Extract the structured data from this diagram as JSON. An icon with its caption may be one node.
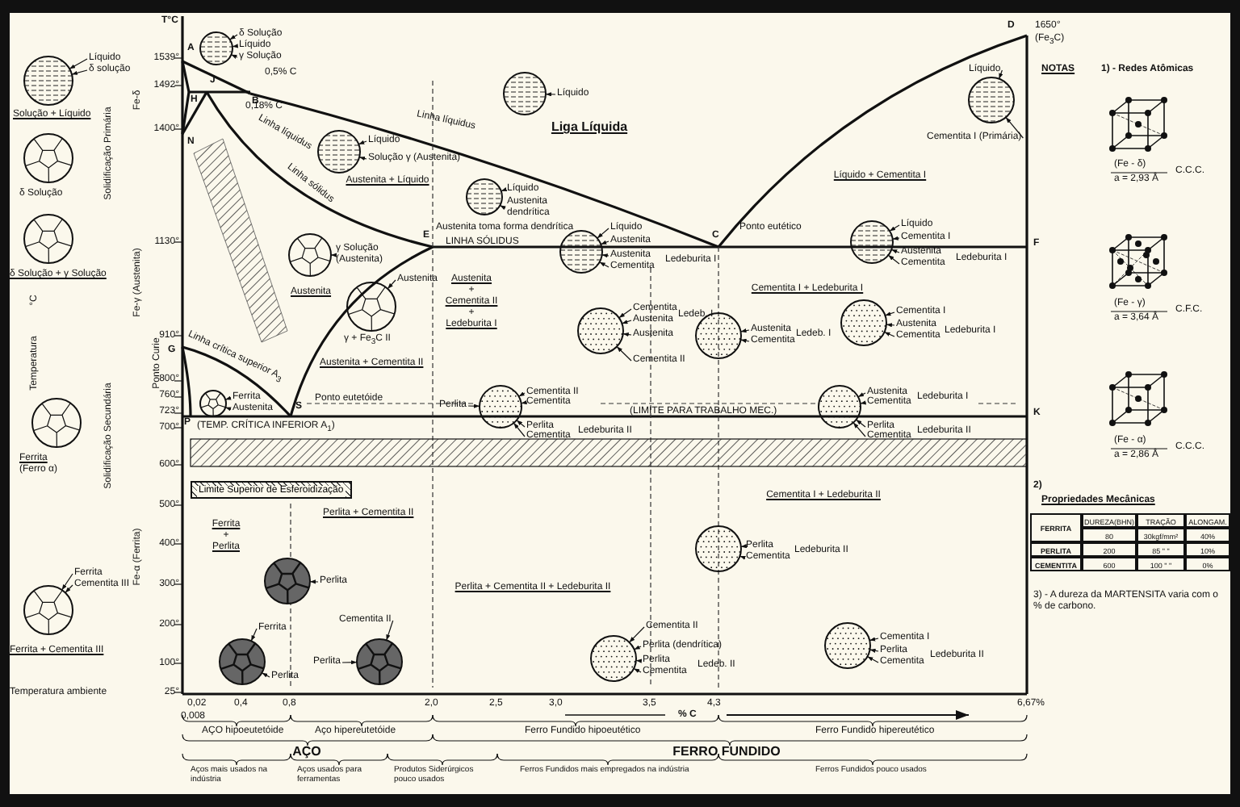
{
  "diagram": {
    "nodes": [
      {
        "text": [],
        "shape": "circle"
      },
      {
        "text": [],
        "shape": "circle"
      },
      {
        "text": [],
        "shape": "circle"
      },
      {
        "text": [],
        "shape": "circle"
      },
      {
        "text": [],
        "shape": "circle"
      },
      {
        "text": [],
        "shape": "circle"
      },
      {
        "text": [],
        "shape": "circle"
      },
      {
        "text": [],
        "shape": "circle"
      },
      {
        "text": [],
        "shape": "circle"
      },
      {
        "text": [],
        "shape": "circle"
      },
      {
        "text": [],
        "shape": "circle"
      },
      {
        "text": [],
        "shape": "circle"
      },
      {
        "text": [],
        "shape": "circle"
      },
      {
        "text": [],
        "shape": "circle"
      },
      {
        "text": [],
        "shape": "circle"
      },
      {
        "text": [],
        "shape": "circle"
      },
      {
        "text": [],
        "shape": "circle"
      },
      {
        "text": [],
        "shape": "circle"
      },
      {
        "text": [],
        "shape": "circle"
      },
      {
        "text": [],
        "shape": "circle"
      },
      {
        "text": [],
        "shape": "circle"
      },
      {
        "text": [],
        "shape": "circle"
      },
      {
        "text": [],
        "shape": "circle"
      },
      {
        "text": [],
        "shape": "circle"
      },
      {
        "text": [],
        "shape": "circle"
      },
      {
        "text": [],
        "shape": "circle"
      },
      {
        "text": [],
        "shape": "bar"
      },
      {
        "text": [],
        "shape": "bar"
      },
      {
        "text": [
          "Limite Superior de Esferoidização"
        ]
      },
      {
        "text": [
          "δ Solução"
        ]
      },
      {
        "text": [
          "Líquido"
        ]
      },
      {
        "text": [
          "γ Solução"
        ]
      },
      {
        "text": [
          "Líquido"
        ]
      },
      {
        "text": [
          "δ solução"
        ]
      },
      {
        "text": [
          "Ferrita"
        ]
      },
      {
        "text": [
          "Cementita III"
        ]
      },
      {
        "text": [
          "Líquido"
        ]
      },
      {
        "text": [
          "Líquido"
        ]
      },
      {
        "text": [
          "Solução γ (Austenita)"
        ]
      },
      {
        "text": [
          "γ Solução (Austenita)"
        ]
      },
      {
        "text": [
          "Líquido"
        ]
      },
      {
        "text": [
          "Austenita dendrítica"
        ]
      },
      {
        "text": [
          "Líquido"
        ]
      },
      {
        "text": [
          "Austenita"
        ]
      },
      {
        "text": [
          "Austenita"
        ]
      },
      {
        "text": [
          "Cementita"
        ]
      },
      {
        "text": [
          "Líquido"
        ]
      },
      {
        "text": [
          "Cementita I (Primária)"
        ]
      },
      {
        "text": [
          "Líquido"
        ]
      },
      {
        "text": [
          "Cementita I"
        ]
      },
      {
        "text": [
          "Austenita"
        ]
      },
      {
        "text": [
          "Cementita"
        ]
      },
      {
        "text": [
          "Cementita"
        ]
      },
      {
        "text": [
          "Austenita"
        ]
      },
      {
        "text": [
          "Austenita"
        ]
      },
      {
        "text": [
          "Cementita II"
        ]
      },
      {
        "text": [
          "Austenita"
        ]
      },
      {
        "text": [
          "Cementita"
        ]
      },
      {
        "text": [
          "Cementita I"
        ]
      },
      {
        "text": [
          "Austenita"
        ]
      },
      {
        "text": [
          "Cementita"
        ]
      },
      {
        "text": [
          "Austenita"
        ]
      },
      {
        "text": [
          "Ferrita"
        ]
      },
      {
        "text": [
          "Austenita"
        ]
      },
      {
        "text": [
          "Perlita"
        ]
      },
      {
        "text": [
          "Cementita II"
        ]
      },
      {
        "text": [
          "Cementita"
        ]
      },
      {
        "text": [
          "Perlita"
        ]
      },
      {
        "text": [
          "Cementita"
        ]
      },
      {
        "text": [
          "Austenita"
        ]
      },
      {
        "text": [
          "Cementita"
        ]
      },
      {
        "text": [
          "Perlita"
        ]
      },
      {
        "text": [
          "Cementita"
        ]
      },
      {
        "text": [
          "Perlita"
        ]
      },
      {
        "text": [
          "Ferrita"
        ]
      },
      {
        "text": [
          "Perlita"
        ]
      },
      {
        "text": [
          "Cementita II"
        ]
      },
      {
        "text": [
          "Perlita"
        ]
      },
      {
        "text": [
          "Perlita"
        ]
      },
      {
        "text": [
          "Cementita"
        ]
      },
      {
        "text": [
          "Cementita II"
        ]
      },
      {
        "text": [
          "Perlita (dendrítica)"
        ]
      },
      {
        "text": [
          "Perlita"
        ]
      },
      {
        "text": [
          "Cementita"
        ]
      },
      {
        "text": [
          "Cementita I"
        ]
      },
      {
        "text": [
          "Perlita"
        ]
      },
      {
        "text": [
          "Cementita"
        ]
      }
    ],
    "edges": [
      {
        "from": 29,
        "to": 0,
        "arrow": "to"
      },
      {
        "from": 30,
        "to": 0,
        "arrow": "to"
      },
      {
        "from": 31,
        "to": 0,
        "arrow": "to"
      },
      {
        "from": 32,
        "to": 1,
        "arrow": "to"
      },
      {
        "from": 33,
        "to": 1,
        "arrow": "to"
      },
      {
        "from": 34,
        "to": 5,
        "arrow": "to"
      },
      {
        "from": 35,
        "to": 5,
        "arrow": "to"
      },
      {
        "from": 36,
        "to": 6,
        "arrow": "to"
      },
      {
        "from": 37,
        "to": 7,
        "arrow": "to"
      },
      {
        "from": 38,
        "to": 7,
        "arrow": "to"
      },
      {
        "from": 39,
        "to": 8,
        "arrow": "to"
      },
      {
        "from": 40,
        "to": 9,
        "arrow": "to"
      },
      {
        "from": 41,
        "to": 9,
        "arrow": "to"
      },
      {
        "from": 42,
        "to": 10,
        "arrow": "to"
      },
      {
        "from": 43,
        "to": 10,
        "arrow": "to"
      },
      {
        "from": 44,
        "to": 10,
        "arrow": "to"
      },
      {
        "from": 45,
        "to": 10,
        "arrow": "to"
      },
      {
        "from": 46,
        "to": 12,
        "arrow": "to"
      },
      {
        "from": 47,
        "to": 12,
        "arrow": "to"
      },
      {
        "from": 48,
        "to": 11,
        "arrow": "to"
      },
      {
        "from": 49,
        "to": 11,
        "arrow": "to"
      },
      {
        "from": 50,
        "to": 11,
        "arrow": "to"
      },
      {
        "from": 51,
        "to": 11,
        "arrow": "to"
      },
      {
        "from": 52,
        "to": 14,
        "arrow": "to"
      },
      {
        "from": 53,
        "to": 14,
        "arrow": "to"
      },
      {
        "from": 54,
        "to": 14,
        "arrow": "to"
      },
      {
        "from": 55,
        "to": 14,
        "arrow": "to"
      },
      {
        "from": 56,
        "to": 15,
        "arrow": "to"
      },
      {
        "from": 57,
        "to": 15,
        "arrow": "to"
      },
      {
        "from": 58,
        "to": 16,
        "arrow": "to"
      },
      {
        "from": 59,
        "to": 16,
        "arrow": "to"
      },
      {
        "from": 60,
        "to": 16,
        "arrow": "to"
      },
      {
        "from": 61,
        "to": 13,
        "arrow": "to"
      },
      {
        "from": 62,
        "to": 17,
        "arrow": "to"
      },
      {
        "from": 63,
        "to": 17,
        "arrow": "to"
      },
      {
        "from": 64,
        "to": 18,
        "arrow": "to"
      },
      {
        "from": 65,
        "to": 18,
        "arrow": "to"
      },
      {
        "from": 66,
        "to": 18,
        "arrow": "to"
      },
      {
        "from": 67,
        "to": 18,
        "arrow": "to"
      },
      {
        "from": 68,
        "to": 18,
        "arrow": "to"
      },
      {
        "from": 69,
        "to": 19,
        "arrow": "to"
      },
      {
        "from": 70,
        "to": 19,
        "arrow": "to"
      },
      {
        "from": 71,
        "to": 19,
        "arrow": "to"
      },
      {
        "from": 72,
        "to": 19,
        "arrow": "to"
      },
      {
        "from": 73,
        "to": 20,
        "arrow": "to"
      },
      {
        "from": 74,
        "to": 21,
        "arrow": "to"
      },
      {
        "from": 75,
        "to": 21,
        "arrow": "to"
      },
      {
        "from": 76,
        "to": 22,
        "arrow": "to"
      },
      {
        "from": 77,
        "to": 22,
        "arrow": "to"
      },
      {
        "from": 78,
        "to": 23,
        "arrow": "to"
      },
      {
        "from": 79,
        "to": 23,
        "arrow": "to"
      },
      {
        "from": 80,
        "to": 24,
        "arrow": "to"
      },
      {
        "from": 81,
        "to": 24,
        "arrow": "to"
      },
      {
        "from": 82,
        "to": 24,
        "arrow": "to"
      },
      {
        "from": 83,
        "to": 24,
        "arrow": "to"
      },
      {
        "from": 84,
        "to": 25,
        "arrow": "to"
      },
      {
        "from": 85,
        "to": 25,
        "arrow": "to"
      },
      {
        "from": 86,
        "to": 25,
        "arrow": "to"
      }
    ],
    "labels": [
      "T°C",
      "1539°",
      "1492°",
      "1400°",
      "1130°",
      "910°",
      "800°",
      "760°",
      "723°",
      "700°",
      "600°",
      "500°",
      "400°",
      "300°",
      "200°",
      "100°",
      "25°",
      "A",
      "J",
      "H",
      "B",
      "N",
      "E",
      "C",
      "D",
      "F",
      "G",
      "P",
      "S",
      "K",
      "1650°",
      "(Fe$_{3}$C)",
      "0,5% C",
      "0,18% C",
      "Linha líquidus",
      "Linha sólidus",
      "Linha líquidus",
      "Solução + Líquido",
      "δ Solução",
      "δ Solução + γ Solução",
      "°C",
      "Temperatura",
      "Ferrita",
      "(Ferro α)",
      "Ferrita + Cementita III",
      "Temperatura ambiente",
      "Solidificação Primária",
      "Solidificação Secundária",
      "Fe-δ",
      "Fe-γ (Austenita)",
      "Ponto Curie",
      "Fe-α (Ferrita)",
      "Liga Líquida",
      "Austenita",
      "Austenita + Líquido",
      "Austenita toma forma dendrítica",
      "LINHA SÓLIDUS",
      "Ledeburita I",
      "Ponto eutético",
      "Líquido + Cementita I",
      "Ledeburita I",
      "Austenita",
      "+",
      "Cementita II",
      "+",
      "Ledeburita I",
      "Cementita I + Ledeburita I",
      "Ledeb. I",
      "Ledeb. I",
      "Ledeburita I",
      "γ + Fe$_{3}$C II",
      "Austenita + Cementita II",
      "Linha crítica superior A$_{3}$",
      "Ponto eutetóide",
      "(TEMP. CRÍTICA INFERIOR A$_{1}$)",
      "(LIMITE PARA TRABALHO MEC.)",
      "Ledeburita II",
      "Ledeburita I",
      "Ledeburita II",
      "Perlita + Cementita II",
      "Ferrita",
      "+",
      "Perlita",
      "Perlita + Cementita II + Ledeburita II",
      "Cementita I + Ledeburita II",
      "Ledeburita II",
      "Ledeb. II",
      "Ledeburita II",
      "0,02",
      "0,008",
      "0,4",
      "0,8",
      "2,0",
      "2,5",
      "3,0",
      "3,5",
      "4,3",
      "6,67%",
      "% C",
      "AÇO hipoeutetóide",
      "Aço hipereutetóide",
      "AÇO",
      "Ferro Fundido hipoeutético",
      "Ferro Fundido hipereutético",
      "FERRO FUNDIDO",
      "Aços mais usados na indústria",
      "Aços usados para ferramentas",
      "Produtos Siderúrgicos pouco usados",
      "Ferros Fundidos mais empregados na indústria",
      "Ferros Fundidos pouco usados",
      "NOTAS",
      "1) - Redes Atômicas",
      "(Fe - δ)",
      "a = 2,93 Å",
      "C.C.C.",
      "(Fe - γ)",
      "a = 3,64 Å",
      "C.F.C.",
      "(Fe - α)",
      "a = 2,86 Å",
      "C.C.C.",
      "2)",
      "Propriedades Mecânicas",
      "FERRITA",
      "DUREZA(BHN)",
      "TRAÇÃO",
      "ALONGAM.",
      "80",
      "30kgf/mm²",
      "40%",
      "PERLITA",
      "200",
      "85 \"  \"",
      "10%",
      "CEMENTITA",
      "600",
      "100 \"  \"",
      "0%",
      "3) - A dureza da MARTENSITA varia com o % de carbono."
    ]
  }
}
